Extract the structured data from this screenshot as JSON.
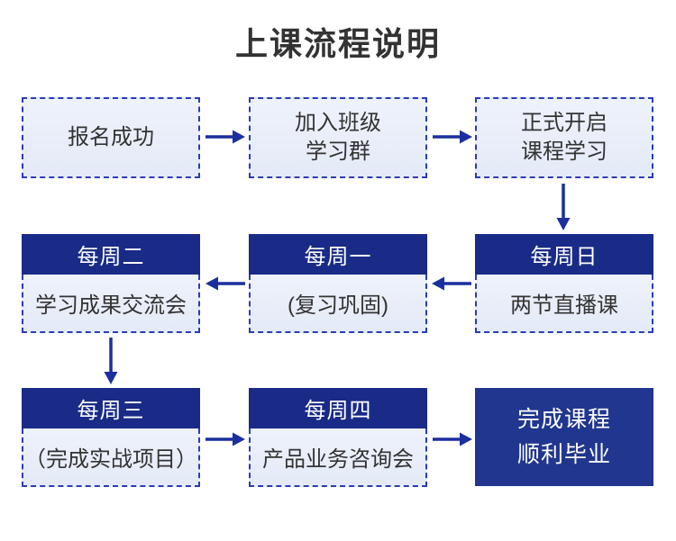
{
  "title": "上课流程说明",
  "colors": {
    "title_text": "#333333",
    "navy_header": "#192b87",
    "final_box_bg": "#20368f",
    "arrow": "#1b2f9e",
    "dashed_border": "#2b3cb5",
    "light_box_fill": "#e9eef9",
    "body_text": "#333333",
    "header_text": "#ffffff"
  },
  "steps": {
    "signup": {
      "label": "报名成功"
    },
    "join_group": {
      "label": "加入班级\n学习群"
    },
    "start_course": {
      "label": "正式开启\n课程学习"
    },
    "sunday": {
      "day": "每周日",
      "activity": "两节直播课"
    },
    "monday": {
      "day": "每周一",
      "activity": "(复习巩固)"
    },
    "tuesday": {
      "day": "每周二",
      "activity": "学习成果交流会"
    },
    "wednesday": {
      "day": "每周三",
      "activity": "（完成实战项目）"
    },
    "thursday": {
      "day": "每周四",
      "activity": "产品业务咨询会"
    },
    "graduate": {
      "label": "完成课程\n顺利毕业"
    }
  }
}
